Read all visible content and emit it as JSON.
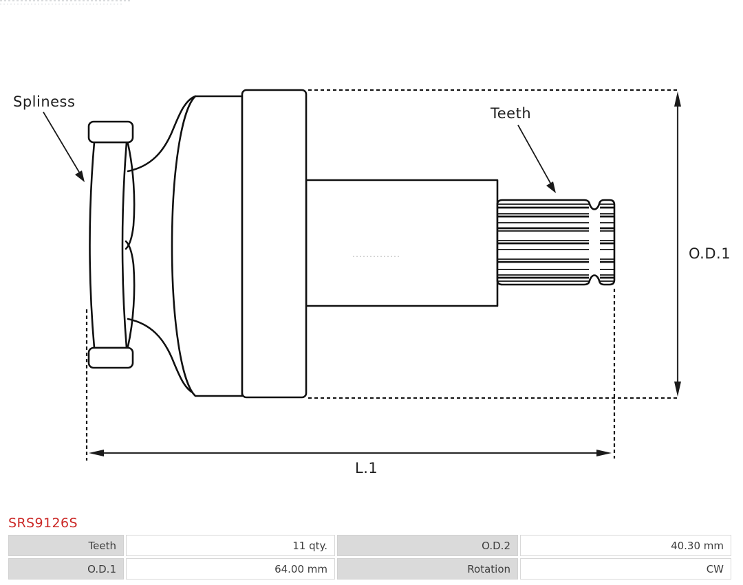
{
  "part_code": "SRS9126S",
  "diagram": {
    "labels": {
      "spliness": "Spliness",
      "teeth": "Teeth",
      "od1": "O.D.1",
      "l1": "L.1"
    }
  },
  "specs": {
    "row1": {
      "label1": "Teeth",
      "value1": "11 qty.",
      "label2": "O.D.2",
      "value2": "40.30 mm"
    },
    "row2": {
      "label1": "O.D.1",
      "value1": "64.00 mm",
      "label2": "Rotation",
      "value2": "CW"
    }
  },
  "colors": {
    "accent_red": "#cb2826",
    "line_black": "#161616",
    "table_grey": "#dadada"
  }
}
